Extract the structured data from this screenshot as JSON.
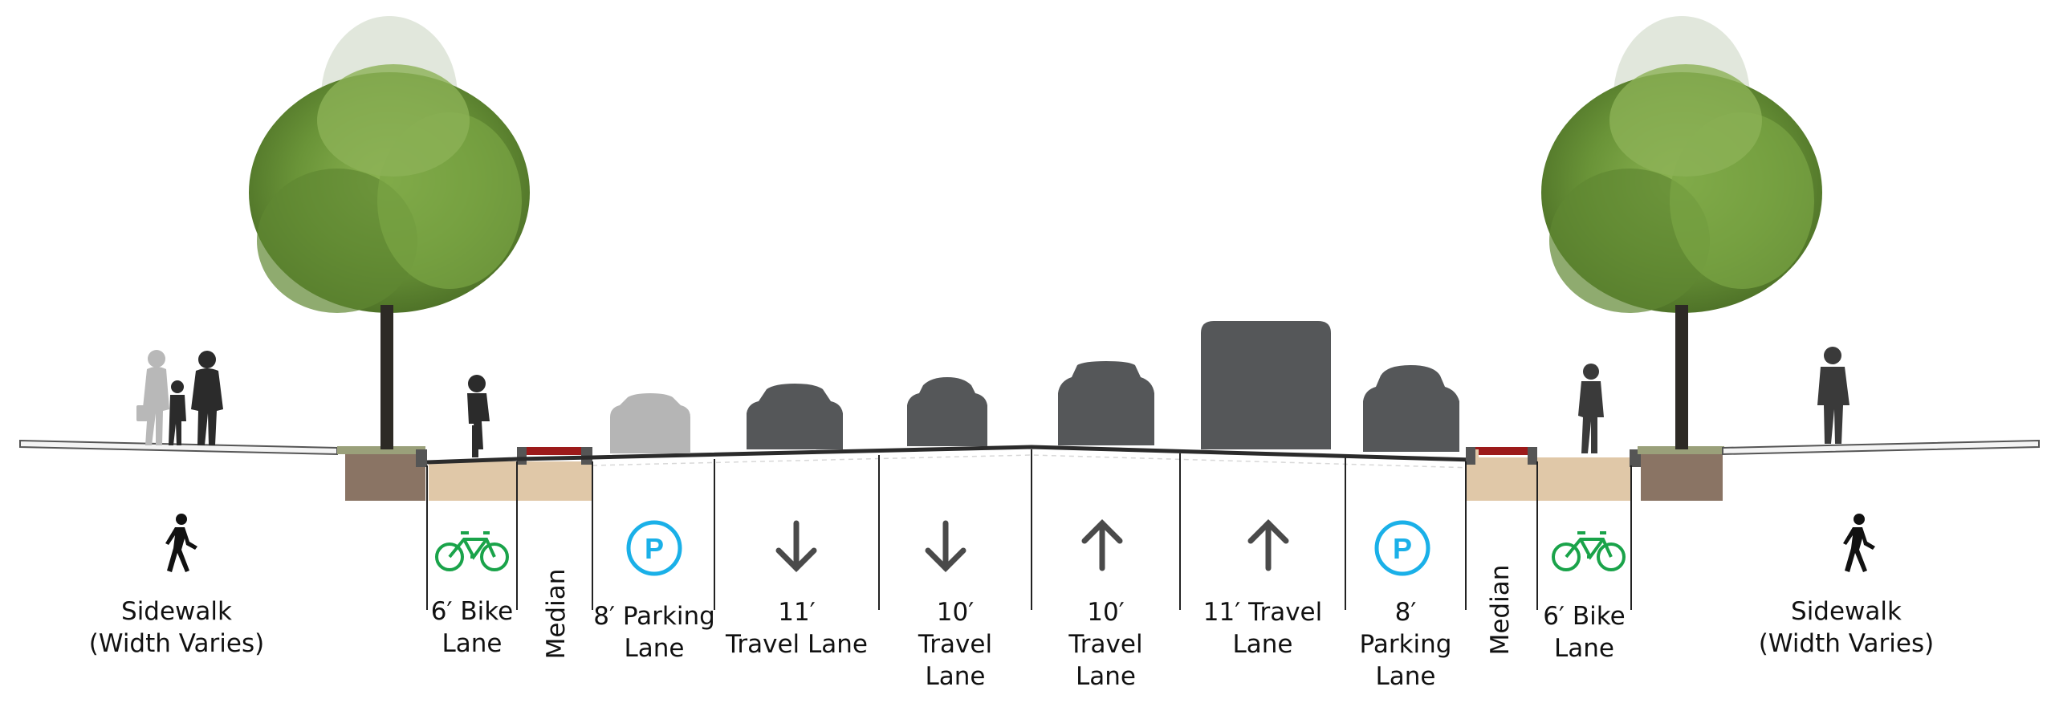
{
  "segments": [
    {
      "id": "sidewalk-left",
      "lines": [
        "Sidewalk",
        "(Width Varies)"
      ],
      "icon": "pedestrian-icon"
    },
    {
      "id": "bike-left",
      "lines": [
        "6′ Bike",
        "Lane"
      ],
      "icon": "bicycle-icon"
    },
    {
      "id": "median-left",
      "lines": [
        "Median"
      ],
      "icon": ""
    },
    {
      "id": "parking-left",
      "lines": [
        "8′ Parking",
        "Lane"
      ],
      "icon": "parking-icon"
    },
    {
      "id": "travel-1",
      "lines": [
        "11′",
        "Travel Lane"
      ],
      "icon": "arrow-down-icon"
    },
    {
      "id": "travel-2",
      "lines": [
        "10′",
        "Travel",
        "Lane"
      ],
      "icon": "arrow-down-icon"
    },
    {
      "id": "travel-3",
      "lines": [
        "10′",
        "Travel",
        "Lane"
      ],
      "icon": "arrow-up-icon"
    },
    {
      "id": "travel-4",
      "lines": [
        "11′ Travel",
        "Lane"
      ],
      "icon": "arrow-up-icon"
    },
    {
      "id": "parking-right",
      "lines": [
        "8′",
        "Parking",
        "Lane"
      ],
      "icon": "parking-icon"
    },
    {
      "id": "median-right",
      "lines": [
        "Median"
      ],
      "icon": ""
    },
    {
      "id": "bike-right",
      "lines": [
        "6′ Bike",
        "Lane"
      ],
      "icon": "bicycle-icon"
    },
    {
      "id": "sidewalk-right",
      "lines": [
        "Sidewalk",
        "(Width Varies)"
      ],
      "icon": "pedestrian-icon"
    }
  ],
  "parking_symbol": "P",
  "colors": {
    "bike_icon": "#1aa34a",
    "parking_icon": "#1ab0e8",
    "arrow": "#4a4a4a",
    "vehicle_dark": "#555759",
    "vehicle_light": "#b5b5b5",
    "median_red": "#9c1a1a",
    "soil": "#8a7464",
    "sand": "#e0c8a8",
    "tree_green": "#6f9a3a"
  }
}
